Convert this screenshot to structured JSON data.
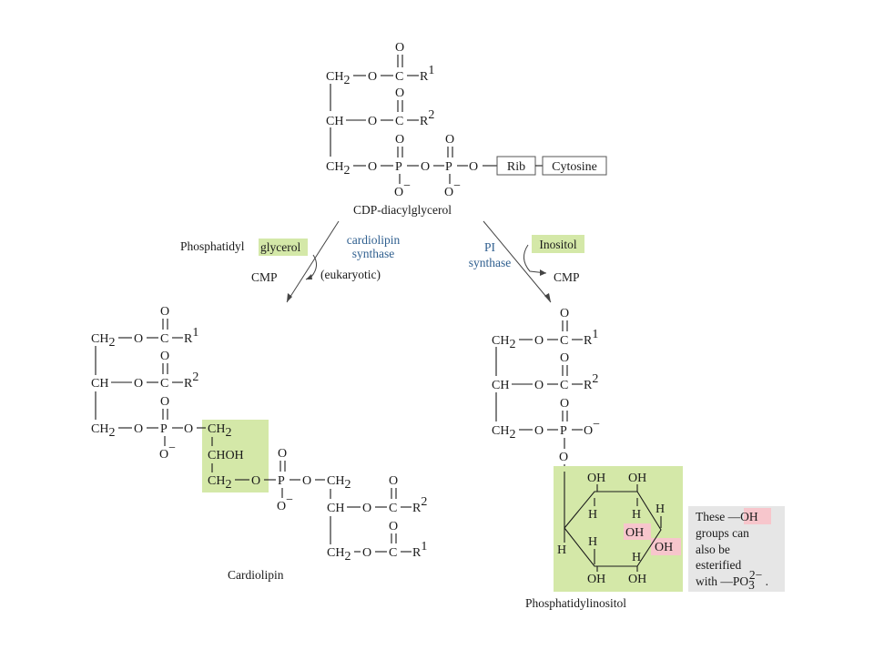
{
  "colors": {
    "highlight_green": "#d4e8a8",
    "highlight_pink": "#f7c6cc",
    "note_gray": "#e6e6e6",
    "enzyme_blue": "#2f5f8f"
  },
  "cdp": {
    "name": "CDP-diacylglycerol",
    "rib": "Rib",
    "cytosine": "Cytosine",
    "o": "O",
    "o_minus": "O",
    "minus": "−",
    "ch2": "CH",
    "sub2": "2",
    "ch": "CH",
    "c": "C",
    "p": "P",
    "r": "R",
    "sup1": "1",
    "sup2": "2"
  },
  "left": {
    "substrate_prefix": "Phosphatidyl",
    "substrate_highlight": "glycerol",
    "enzyme_line1": "cardiolipin",
    "enzyme_line2": "synthase",
    "byproduct": "CMP",
    "condition": "(eukaryotic)",
    "product_name": "Cardiolipin",
    "chohh": "CHOH"
  },
  "right": {
    "substrate": "Inositol",
    "enzyme_line1": "PI",
    "enzyme_line2": "synthase",
    "byproduct": "CMP",
    "product_name": "Phosphatidylinositol",
    "oh": "OH",
    "h": "H"
  },
  "note": {
    "line1_prefix": "These —",
    "line1_highlight": "OH",
    "line2": "groups can",
    "line3": "also be",
    "line4": "esterified",
    "line5_prefix": "with —PO",
    "line5_sub": "3",
    "line5_sup": "2−",
    "line5_suffix": " ."
  }
}
